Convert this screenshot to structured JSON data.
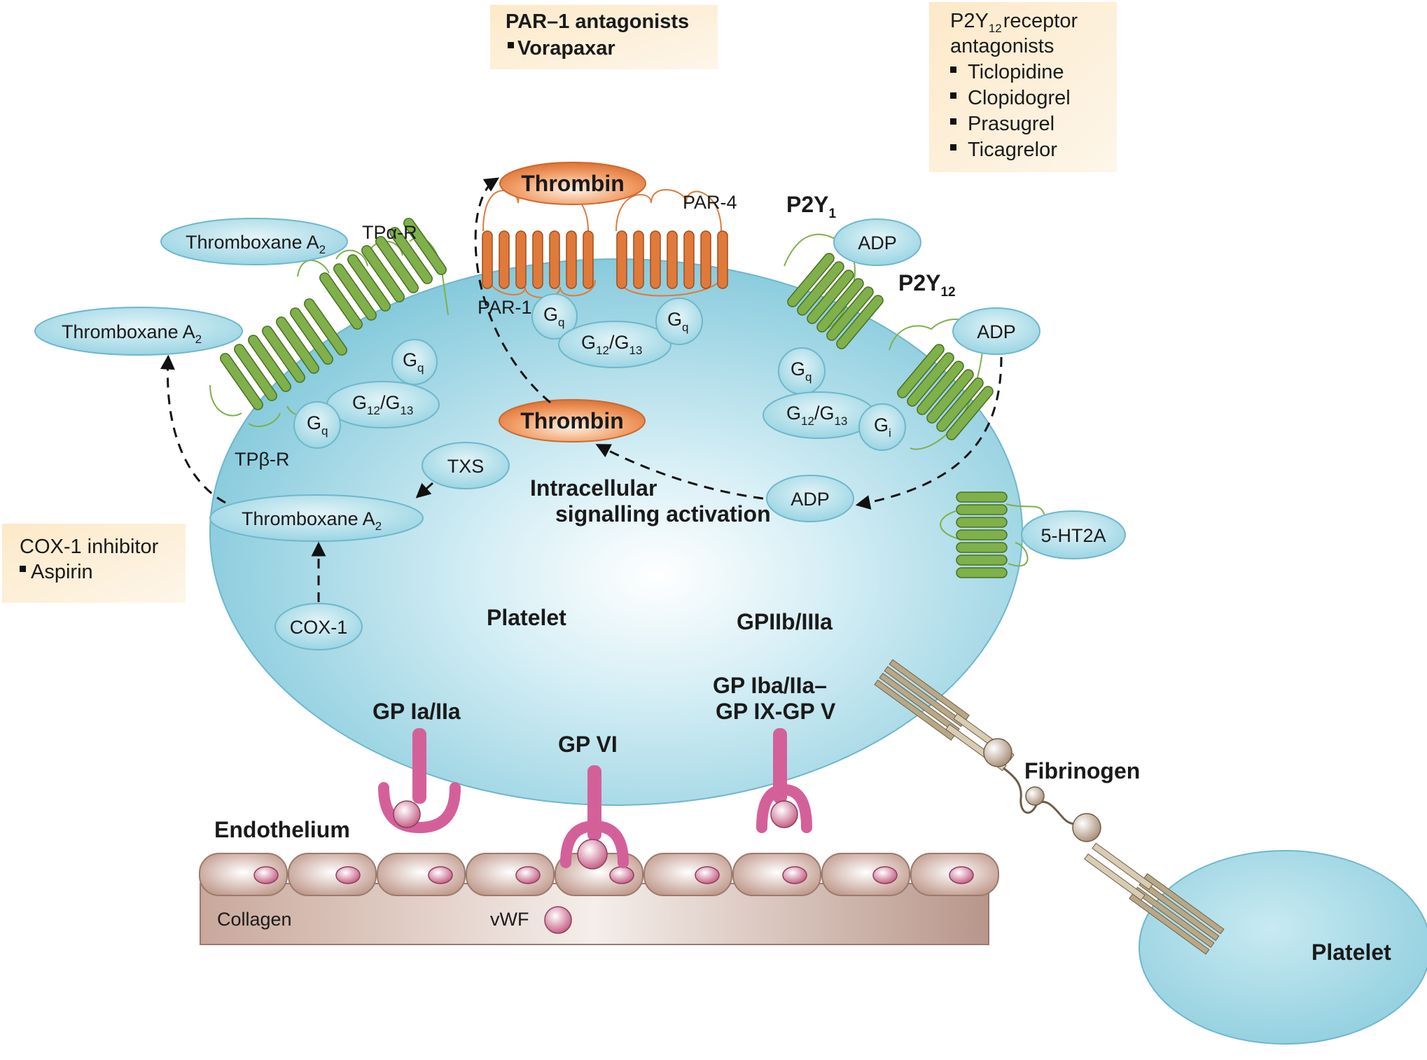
{
  "boxes": {
    "par1": {
      "title": "PAR–1 antagonists",
      "items": [
        "Vorapaxar"
      ]
    },
    "p2y12": {
      "title_main": "P2Y",
      "title_sub": "12",
      "title_rest": "receptor",
      "title_line2": "antagonists",
      "items": [
        "Ticlopidine",
        "Clopidogrel",
        "Prasugrel",
        "Ticagrelor"
      ]
    },
    "cox1": {
      "title": "COX-1 inhibitor",
      "items": [
        "Aspirin"
      ]
    }
  },
  "labels": {
    "thrombin": "Thrombin",
    "par1": "PAR-1",
    "par4": "PAR-4",
    "txa2": "Thromboxane A",
    "txa2_sub": "2",
    "tpa": "TPα-R",
    "tpb": "TPβ-R",
    "g": "G",
    "q": "q",
    "i": "i",
    "sub12": "12",
    "sub13": "13",
    "slash": "/",
    "p2y1": "P2Y",
    "p2y1_sub": "1",
    "p2y12": "P2Y",
    "p2y12_sub": "12",
    "adp": "ADP",
    "txs": "TXS",
    "intracellular1": "Intracellular",
    "intracellular2": "signalling activation",
    "cox1": "COX-1",
    "ht2a": "5-HT2A",
    "platelet": "Platelet",
    "gpiib": "GPIIb/IIIa",
    "gpia": "GP Ia/IIa",
    "gpvi": "GP VI",
    "gpib1": "GP Iba/IIa–",
    "gpib2": "GP IX-GP V",
    "fibrinogen": "Fibrinogen",
    "endothelium": "Endothelium",
    "collagen": "Collagen",
    "vwf": "vWF"
  },
  "colors": {
    "cell": "#8fd0e0",
    "receptor_green": "#7fb04a",
    "receptor_orange": "#e07a3a",
    "gp_pink": "#d4609a",
    "box": "#fbe6c4",
    "endothelium": "#c9a79c",
    "fibrinogen": "#b9a887"
  }
}
